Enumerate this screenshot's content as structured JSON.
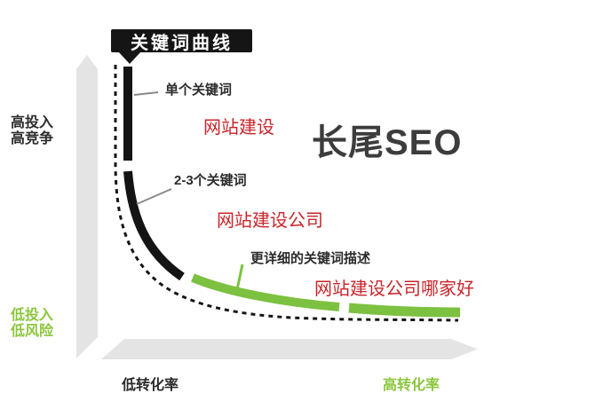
{
  "title_box": {
    "label": "关键词曲线"
  },
  "headline": {
    "text": "长尾SEO"
  },
  "axes": {
    "y_top_line1": "高投入",
    "y_top_line2": "高竞争",
    "y_bottom_line1": "低投入",
    "y_bottom_line2": "低风险",
    "x_left": "低转化率",
    "x_right": "高转化率"
  },
  "curve_labels": [
    {
      "label": "单个关键词",
      "annotation": "网站建设"
    },
    {
      "label": "2-3个关键词",
      "annotation": "网站建设公司"
    },
    {
      "label": "更详细的关键词描述",
      "annotation": "网站建设公司哪家好"
    }
  ],
  "colors": {
    "curve_black": "#141414",
    "curve_green": "#7cc140",
    "green_text": "#8cc63e",
    "red_text": "#c9252b",
    "axis_gray": "#e4e4e4",
    "dark_text": "#2b2b2b",
    "headline_gray": "#3c3c3c",
    "connector_gray": "#8a8a8a",
    "tooltip_bg": "#151515",
    "tooltip_text": "#ffffff"
  }
}
